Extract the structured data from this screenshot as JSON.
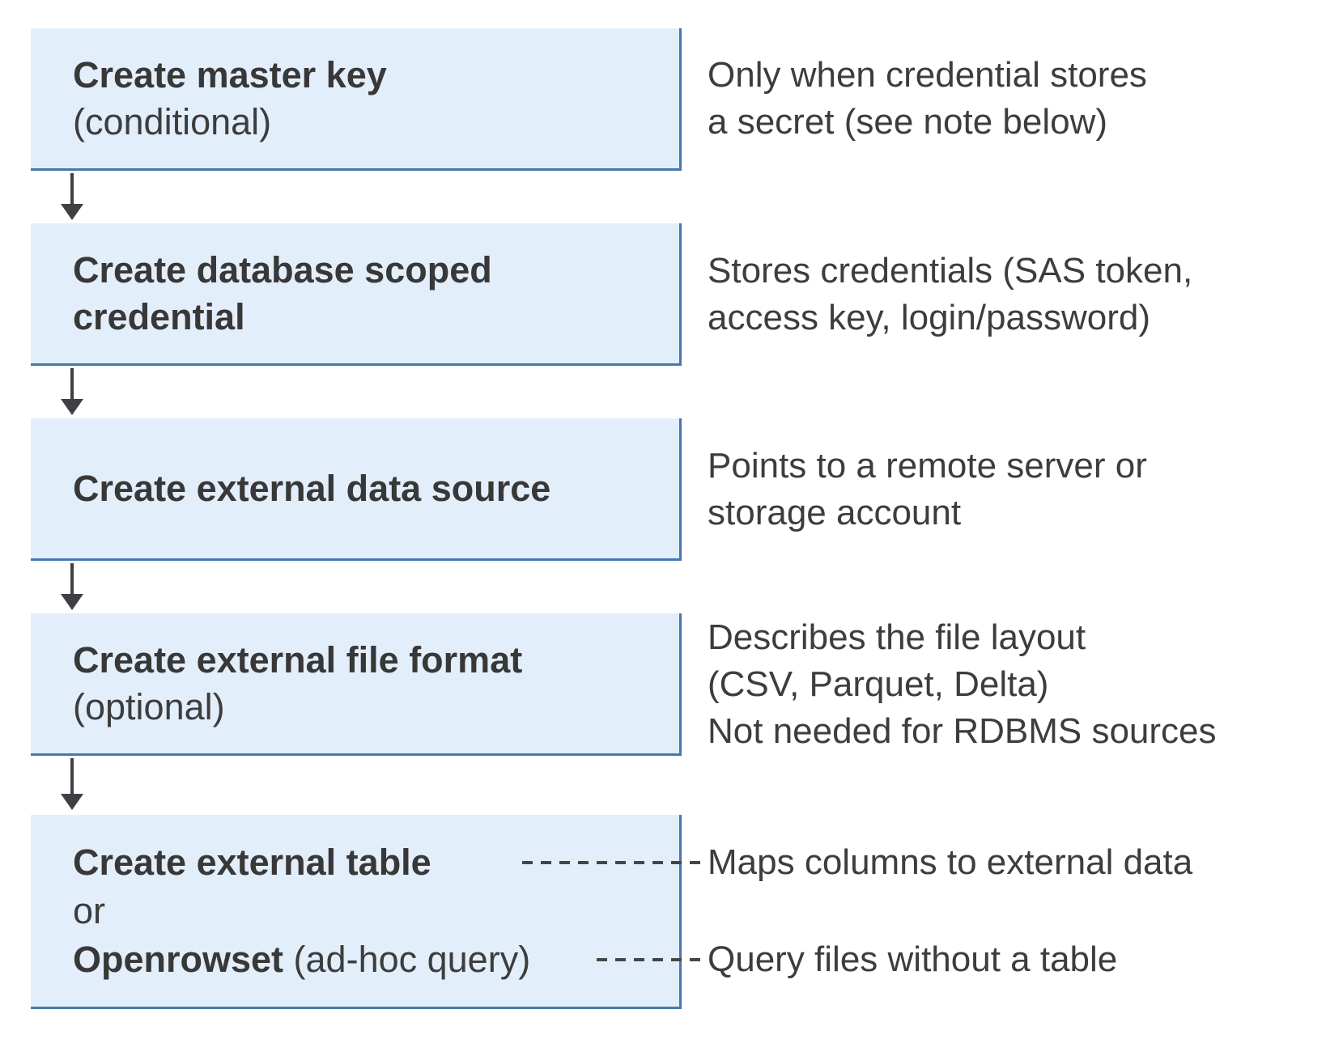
{
  "colors": {
    "box_fill": "#e3eefb",
    "box_border": "#4579ae",
    "title_text": "#383838",
    "note_text": "#3d3d3d",
    "arrow": "#3f4043",
    "dash_connector": "#454545"
  },
  "flow": {
    "boxes": [
      {
        "title": "Create master key",
        "subtitle": "(conditional)"
      },
      {
        "title": "Create database scoped credential"
      },
      {
        "title": "Create external data source"
      },
      {
        "title": "Create external file format",
        "subtitle": "(optional)"
      },
      {
        "title": "Create external table",
        "or_label": "or",
        "alt_title": "Openrowset",
        "alt_suffix": " (ad-hoc query)"
      }
    ],
    "notes": [
      {
        "lines": [
          "Only when credential stores",
          "a secret (see note below)"
        ]
      },
      {
        "lines": [
          "Stores credentials (SAS token,",
          "access key, login/password)"
        ]
      },
      {
        "lines": [
          "Points to a remote server or",
          "storage account"
        ]
      },
      {
        "lines": [
          "Describes the file layout",
          "(CSV, Parquet, Delta)",
          "Not needed for RDBMS sources"
        ]
      },
      {
        "lines": [
          "Maps columns to external data"
        ]
      },
      {
        "lines": [
          "Query files without a table"
        ]
      }
    ]
  }
}
